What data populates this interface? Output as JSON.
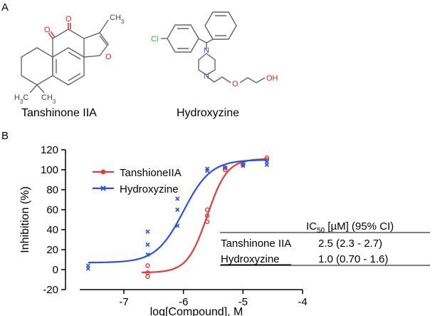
{
  "panels": {
    "a": "A",
    "b": "B"
  },
  "molecules": {
    "tanshinone": {
      "caption": "Tanshinone IIA",
      "atoms": {
        "o_top_left": "O",
        "o_top_right": "O",
        "o_furan": "O",
        "methyl": "CH",
        "methyl_sub": "3",
        "h3c_left": "H",
        "h3c_left_sub": "3",
        "h3c_left_c": "C",
        "ch3_right": "CH",
        "ch3_right_sub": "3"
      }
    },
    "hydroxyzine": {
      "caption": "Hydroxyzine",
      "atoms": {
        "cl": "Cl",
        "n_top": "N",
        "n_bottom": "N",
        "o_ether": "O",
        "oh": "OH"
      }
    }
  },
  "colors": {
    "tanshinone": "#e8393a",
    "hydroxyzine": "#2a52e0",
    "axis": "#000000",
    "chlorine": "#22bb22",
    "oxygen": "#e02020",
    "nitrogen": "#2a52e0"
  },
  "chart_data": {
    "type": "scatter",
    "title": "",
    "xlabel": "log[Compound], M",
    "ylabel": "Inhibition (%)",
    "xlim": [
      -7.8,
      -4
    ],
    "ylim": [
      -20,
      120
    ],
    "xticks": [
      -7,
      -6,
      -5,
      -4
    ],
    "xtick_labels": [
      "-7",
      "-6",
      "-5",
      "-4"
    ],
    "yticks": [
      -20,
      0,
      20,
      40,
      60,
      80,
      100,
      120
    ],
    "ytick_labels": [
      "-20",
      "0",
      "20",
      "40",
      "60",
      "80",
      "100",
      "120"
    ],
    "legend_position": "top-left",
    "series": [
      {
        "name": "TanshioneIIA",
        "color": "#e8393a",
        "marker": "circle",
        "points": [
          [
            -6.6,
            -3
          ],
          [
            -6.6,
            4
          ],
          [
            -6.6,
            -7
          ],
          [
            -5.6,
            60
          ],
          [
            -5.6,
            54
          ],
          [
            -5.6,
            48
          ],
          [
            -5.3,
            100
          ],
          [
            -5.3,
            102
          ],
          [
            -5.0,
            105
          ],
          [
            -5.0,
            107
          ],
          [
            -4.6,
            112
          ],
          [
            -4.6,
            110
          ]
        ],
        "curve": {
          "bottom": -3,
          "top": 111,
          "log_ic50": -5.6,
          "hill": 2.6,
          "x_start": -6.7,
          "x_end": -4.6
        }
      },
      {
        "name": "Hydroxyzine",
        "color": "#2a52e0",
        "marker": "x",
        "points": [
          [
            -7.6,
            4
          ],
          [
            -7.6,
            1
          ],
          [
            -6.6,
            38
          ],
          [
            -6.6,
            25
          ],
          [
            -6.6,
            15
          ],
          [
            -6.1,
            71
          ],
          [
            -6.1,
            60
          ],
          [
            -6.1,
            44
          ],
          [
            -5.6,
            101
          ],
          [
            -5.6,
            99
          ],
          [
            -5.3,
            102
          ],
          [
            -5.0,
            107
          ],
          [
            -5.0,
            104
          ],
          [
            -4.6,
            108
          ],
          [
            -4.6,
            105
          ]
        ],
        "curve": {
          "bottom": 7,
          "top": 110,
          "log_ic50": -6.0,
          "hill": 1.9,
          "x_start": -7.6,
          "x_end": -4.6
        }
      }
    ],
    "table": {
      "header_ic": "IC",
      "header_sub": "50",
      "header_rest": " [µM] (95% CI)",
      "rows": [
        {
          "name": "Tanshinone IIA",
          "value": "2.5 (2.3 - 2.7)"
        },
        {
          "name": "Hydroxyzine",
          "value": "1.0 (0.70 - 1.6)"
        }
      ]
    }
  }
}
